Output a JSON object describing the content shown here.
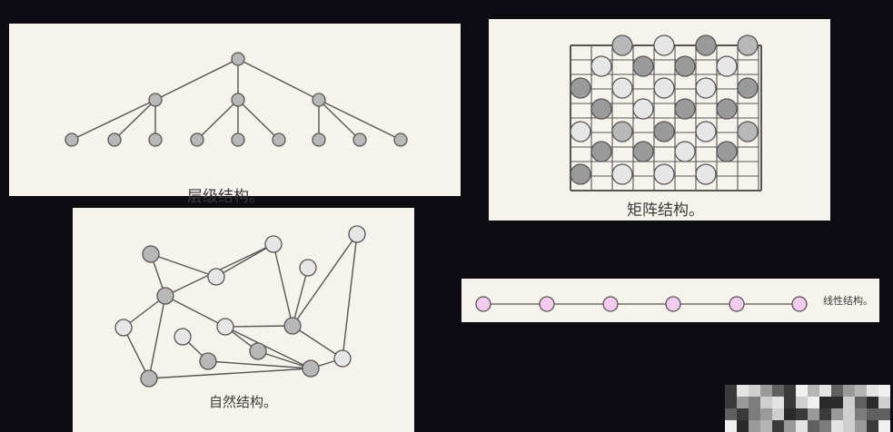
{
  "panels": {
    "hierarchical": {
      "caption": "层级结构。"
    },
    "matrix": {
      "caption": "矩阵结构。"
    },
    "natural": {
      "caption": "自然结构。"
    },
    "linear": {
      "caption": "线性结构。"
    }
  },
  "colors": {
    "background": "#0c0c12",
    "card": "#f6f3ec",
    "node_gray": "#b8b8b8",
    "node_light": "#e6e6e6",
    "node_dark": "#9a9a9a",
    "node_pink": "#f4cbee",
    "edge": "#555555"
  }
}
